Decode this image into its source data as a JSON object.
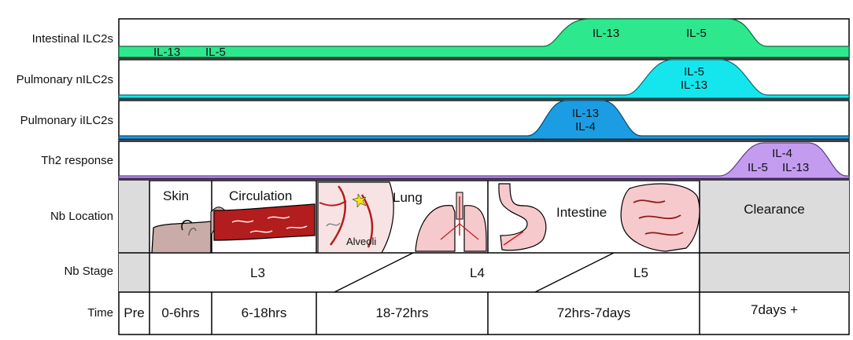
{
  "row_labels": {
    "intestinal": "Intestinal ILC2s",
    "pulmonary_n": "Pulmonary nILC2s",
    "pulmonary_i": "Pulmonary iILC2s",
    "th2": "Th2 response",
    "location": "Nb Location",
    "stage": "Nb Stage",
    "time": "Time"
  },
  "intestinal": {
    "baseline_1": "IL-13",
    "baseline_2": "IL-5",
    "peak_1": "IL-13",
    "peak_2": "IL-5",
    "color": "#2ee88d"
  },
  "pulmonary_n": {
    "peak_1": "IL-5",
    "peak_2": "IL-13",
    "color": "#15e6ee"
  },
  "pulmonary_i": {
    "peak_1": "IL-13",
    "peak_2": "IL-4",
    "color": "#1c9de3"
  },
  "th2": {
    "peak_1": "IL-4",
    "peak_2": "IL-5",
    "peak_3": "IL-13",
    "color": "#c39cf0"
  },
  "location": {
    "skin": "Skin",
    "circulation": "Circulation",
    "lung": "Lung",
    "alveoli": "Alveoli",
    "intestine": "Intestine",
    "clearance": "Clearance"
  },
  "stage": {
    "l3": "L3",
    "l4": "L4",
    "l5": "L5"
  },
  "time": {
    "pre": "Pre",
    "t1": "0-6hrs",
    "t2": "6-18hrs",
    "t3": "18-72hrs",
    "t4": "72hrs-7days",
    "t5": "7days +"
  }
}
